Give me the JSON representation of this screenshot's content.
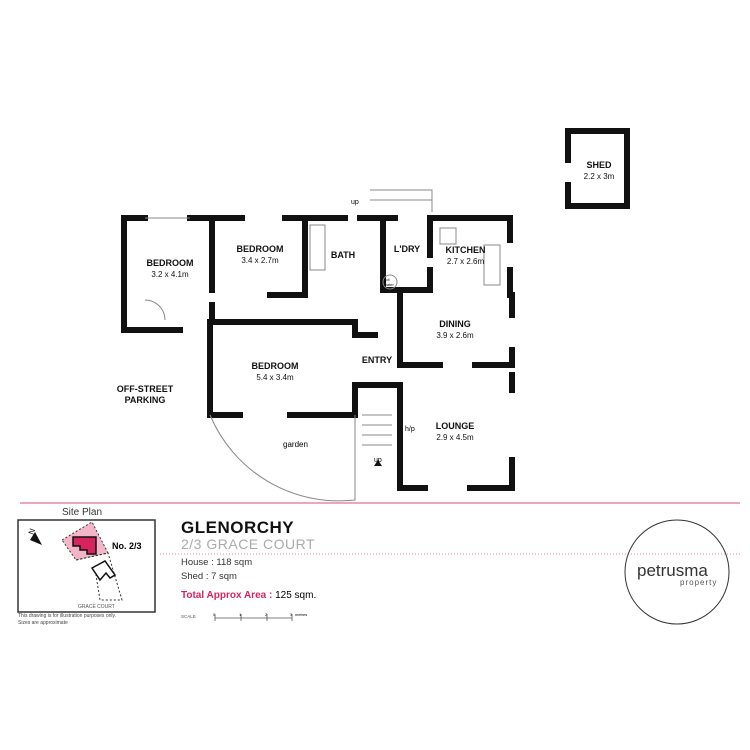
{
  "rooms": [
    {
      "name": "BEDROOM",
      "dims": "3.2 x 4.1m"
    },
    {
      "name": "BEDROOM",
      "dims": "3.4 x 2.7m"
    },
    {
      "name": "BATH"
    },
    {
      "name": "L'DRY"
    },
    {
      "name": "KITCHEN",
      "dims": "2.7 x 2.6m"
    },
    {
      "name": "DINING",
      "dims": "3.9 x 2.6m"
    },
    {
      "name": "BEDROOM",
      "dims": "5.4 x 3.4m"
    },
    {
      "name": "ENTRY"
    },
    {
      "name": "LOUNGE",
      "dims": "2.9 x 4.5m"
    },
    {
      "name": "SHED",
      "dims": "2.2 x 3m"
    }
  ],
  "labels": {
    "parking_line1": "OFF-STREET",
    "parking_line2": "PARKING",
    "garden": "garden",
    "up1": "up",
    "up2": "up",
    "hp": "h/p",
    "hot_water": "hot water"
  },
  "site_plan": {
    "title": "Site Plan",
    "lot": "No. 2/3",
    "street": "GRACE COURT",
    "north": "N",
    "disclaimer1": "This drawing is for illustration purposes only.",
    "disclaimer2": "Sizes are approximate"
  },
  "property": {
    "suburb": "GLENORCHY",
    "address": "2/3 GRACE COURT",
    "house": "House : 118 sqm",
    "shed": "Shed : 7 sqm",
    "total_label": "Total Approx Area :",
    "total_value": "125 sqm."
  },
  "scale": {
    "label": "SCALE",
    "ticks": [
      "0",
      "1",
      "2",
      "3"
    ],
    "unit": "metres"
  },
  "brand": {
    "name": "petrusma",
    "sub": "property"
  },
  "colors": {
    "accent": "#d6245f",
    "pink": "#f2b6c8"
  }
}
